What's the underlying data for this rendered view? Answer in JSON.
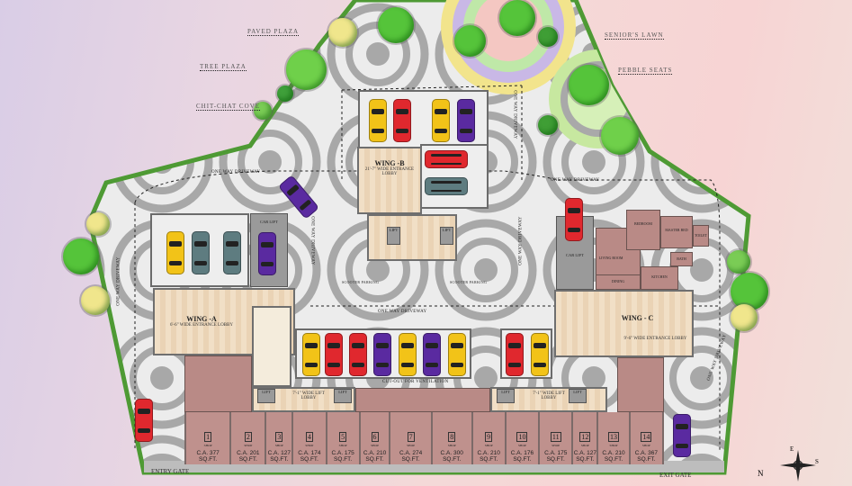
{
  "callouts": {
    "paved_plaza": "PAVED PLAZA",
    "tree_plaza": "TREE PLAZA",
    "chit_chat_cove": "CHIT-CHAT COVE",
    "seniors_lawn": "SENIOR'S LAWN",
    "pebble_seats": "PEBBLE SEATS"
  },
  "driveway": "ONE WAY DRIVEWAY",
  "wings": {
    "a": {
      "title": "WING -A",
      "lobby": "6'-6\" WIDE ENTRANCE LOBBY"
    },
    "b": {
      "title": "WING -B",
      "lobby": "21'-7\" WIDE ENTRANCE LOBBY"
    },
    "c": {
      "title": "WING - C",
      "lobby": "9'-6\" WIDE ENTRANCE LOBBY"
    }
  },
  "car_lift": "CAR LIFT",
  "lift": "LIFT",
  "lift_lobby": "7'-1\" WIDE LIFT LOBBY",
  "scooter_parking": "SCOOTER PARKING",
  "cutout": "CUT-OUT FOR VENTILATION",
  "flat_rooms": {
    "bedroom": "BEDROOM",
    "master_bed": "MASTER BED",
    "toilet": "TOILET",
    "living_room": "LIVING ROOM",
    "dining": "DINING",
    "kitchen": "KITCHEN",
    "bath": "BATH"
  },
  "shop_label": "SHOP",
  "shops": [
    {
      "num": "1",
      "area": "C.A. 377",
      "unit": "SQ.FT."
    },
    {
      "num": "2",
      "area": "C.A. 201",
      "unit": "SQ.FT."
    },
    {
      "num": "3",
      "area": "C.A. 127",
      "unit": "SQ.FT."
    },
    {
      "num": "4",
      "area": "C.A. 174",
      "unit": "SQ.FT."
    },
    {
      "num": "5",
      "area": "C.A. 175",
      "unit": "SQ.FT."
    },
    {
      "num": "6",
      "area": "C.A. 210",
      "unit": "SQ.FT."
    },
    {
      "num": "7",
      "area": "C.A. 274",
      "unit": "SQ.FT."
    },
    {
      "num": "8",
      "area": "C.A. 300",
      "unit": "SQ.FT."
    },
    {
      "num": "9",
      "area": "C.A. 210",
      "unit": "SQ.FT."
    },
    {
      "num": "10",
      "area": "C.A. 176",
      "unit": "SQ.FT."
    },
    {
      "num": "11",
      "area": "C.A. 175",
      "unit": "SQ.FT."
    },
    {
      "num": "12",
      "area": "C.A. 127",
      "unit": "SQ.FT."
    },
    {
      "num": "13",
      "area": "C.A. 210",
      "unit": "SQ.FT."
    },
    {
      "num": "14",
      "area": "C.A. 367",
      "unit": "SQ.FT."
    }
  ],
  "gates": {
    "entry": "ENTRY GATE",
    "exit": "EXIT GATE"
  },
  "compass": {
    "n": "N",
    "e": "E",
    "s": "S",
    "icon": "compass-rose-icon"
  },
  "colors": {
    "paving": "#e6e6e6",
    "ring": "#a9a9a9",
    "shop": "#bf918d",
    "hedge": "#4e9a34",
    "lobby": "#f1dfc6"
  }
}
